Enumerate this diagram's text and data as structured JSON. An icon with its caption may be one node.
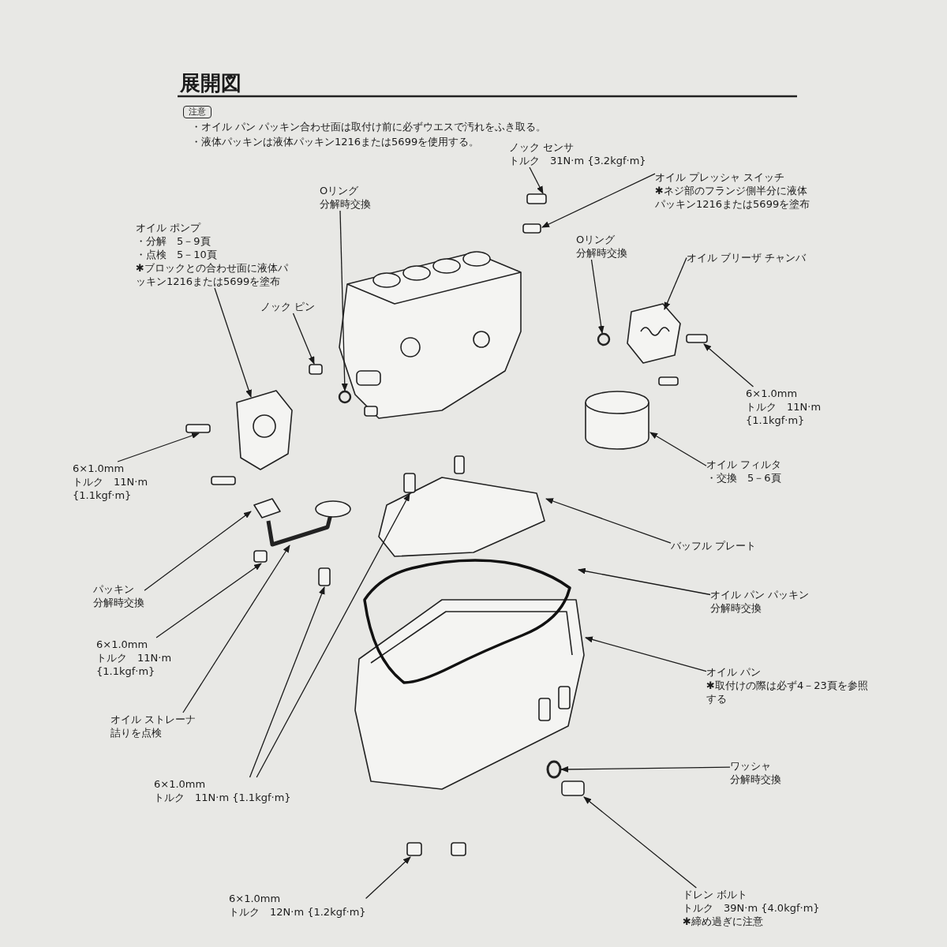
{
  "diagram": {
    "title": "展開図",
    "nodes": [
      {
        "text": [
          "Oリング",
          "分解時交換"
        ]
      },
      {
        "text": [
          "オイル ポンプ",
          "・分解　5－9頁",
          "・点検　5－10頁",
          "✱ブロックとの合わせ面に液体パッキン1216または5699を塗布"
        ]
      },
      {
        "text": [
          "ノック ピン"
        ]
      },
      {
        "text": [
          "ノック センサ",
          "トルク　31N·m {3.2kgf·m}"
        ]
      },
      {
        "text": [
          "オイル プレッシャ スイッチ",
          "✱ネジ部のフランジ側半分に液体パッキン1216または5699を塗布"
        ]
      },
      {
        "text": [
          "Oリング",
          "分解時交換"
        ]
      },
      {
        "text": [
          "オイル ブリーザ チャンバ"
        ]
      },
      {
        "text": [
          "6×1.0mm",
          "トルク　11N·m",
          "{1.1kgf·m}"
        ]
      },
      {
        "text": [
          "6×1.0mm",
          "トルク　11N·m",
          "{1.1kgf·m}"
        ]
      },
      {
        "text": [
          "オイル フィルタ",
          "・交換　5－6頁"
        ]
      },
      {
        "text": [
          "バッフル プレート"
        ]
      },
      {
        "text": [
          "パッキン",
          "分解時交換"
        ]
      },
      {
        "text": [
          "オイル パン パッキン",
          "分解時交換"
        ]
      },
      {
        "text": [
          "6×1.0mm",
          "トルク　11N·m",
          "{1.1kgf·m}"
        ]
      },
      {
        "text": [
          "オイル パン",
          "✱取付けの際は必ず4－23頁を参照する"
        ]
      },
      {
        "text": [
          "オイル ストレーナ",
          "詰りを点検"
        ]
      },
      {
        "text": [
          "6×1.0mm",
          "トルク　11N·m {1.1kgf·m}"
        ]
      },
      {
        "text": [
          "ワッシャ",
          "分解時交換"
        ]
      },
      {
        "text": [
          "6×1.0mm",
          "トルク　12N·m {1.2kgf·m}"
        ]
      },
      {
        "text": [
          "ドレン ボルト",
          "トルク　39N·m {4.0kgf·m}",
          "✱締め過ぎに注意"
        ]
      }
    ],
    "edges": [
      {
        "from": 0,
        "to": null,
        "arrow": "to"
      },
      {
        "from": 1,
        "to": null,
        "arrow": "to"
      },
      {
        "from": 2,
        "to": null,
        "arrow": "to"
      },
      {
        "from": 3,
        "to": null,
        "arrow": "to"
      },
      {
        "from": 4,
        "to": null,
        "arrow": "to"
      },
      {
        "from": 5,
        "to": null,
        "arrow": "to"
      },
      {
        "from": 6,
        "to": null,
        "arrow": "to"
      },
      {
        "from": 7,
        "to": null,
        "arrow": "to"
      },
      {
        "from": 8,
        "to": null,
        "arrow": "to"
      },
      {
        "from": 9,
        "to": null,
        "arrow": "to"
      },
      {
        "from": 10,
        "to": null,
        "arrow": "to"
      },
      {
        "from": 11,
        "to": null,
        "arrow": "to"
      },
      {
        "from": 12,
        "to": null,
        "arrow": "to"
      },
      {
        "from": 13,
        "to": null,
        "arrow": "to"
      },
      {
        "from": 14,
        "to": null,
        "arrow": "to"
      },
      {
        "from": 15,
        "to": null,
        "arrow": "to"
      },
      {
        "from": 16,
        "to": null,
        "arrow": "to"
      },
      {
        "from": 16,
        "to": null,
        "arrow": "to"
      },
      {
        "from": 17,
        "to": null,
        "arrow": "to"
      },
      {
        "from": 18,
        "to": null,
        "arrow": "to"
      },
      {
        "from": 19,
        "to": null,
        "arrow": "to"
      }
    ],
    "labels": [
      "注意",
      "・オイル パン パッキン合わせ面は取付け前に必ずウエスで汚れをふき取る。",
      "・液体パッキンは液体パッキン1216または5699を使用する。"
    ]
  }
}
